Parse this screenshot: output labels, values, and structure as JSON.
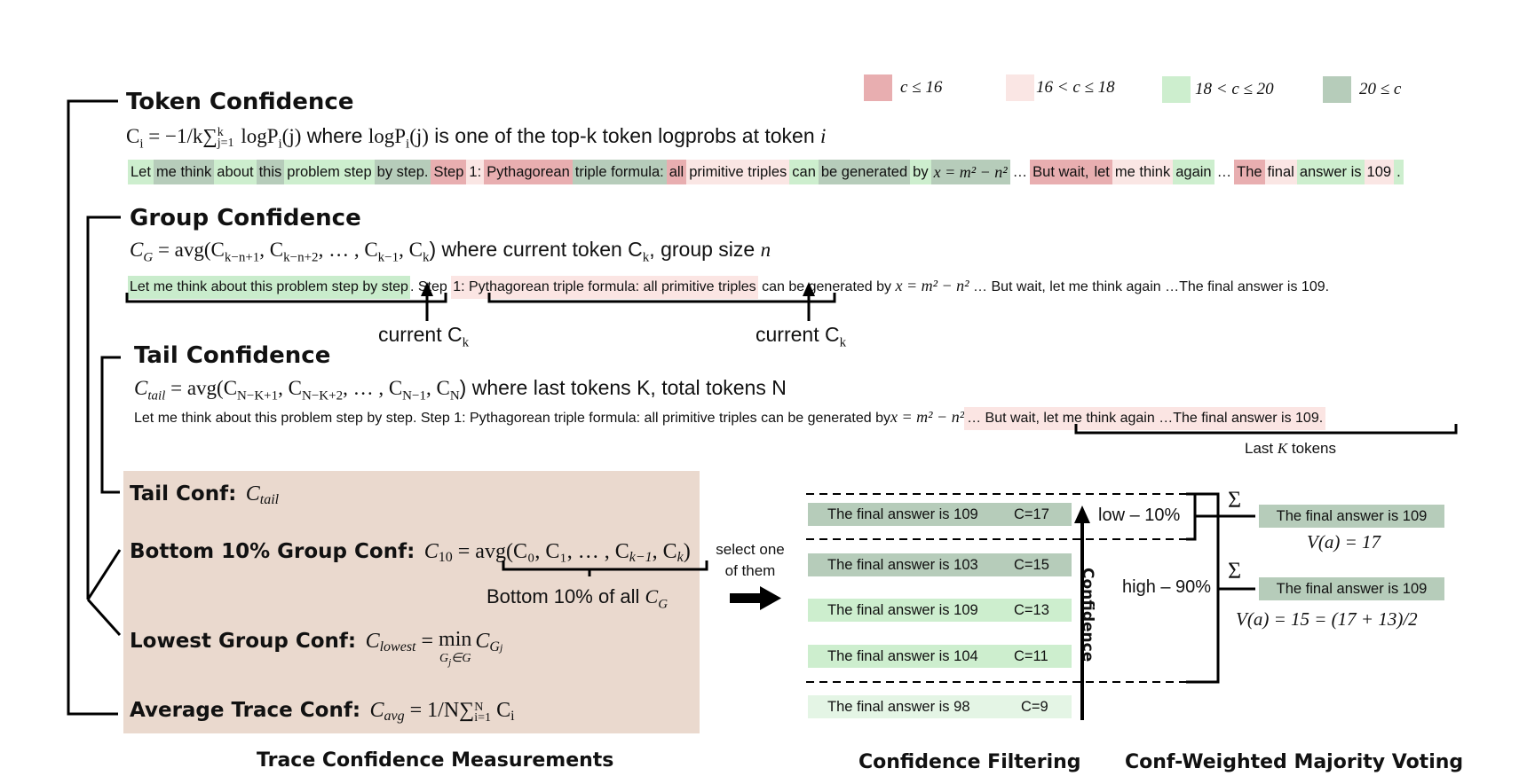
{
  "colors": {
    "low": "#e8aeb0",
    "midlow": "#fae6e4",
    "midhigh": "#cdeece",
    "high": "#b6ccba",
    "measure_bg": "#ead9ce",
    "group_low": "#fbe5e3",
    "group_high": "#c9eccc",
    "tail_hl": "#fbe5e3"
  },
  "legend": [
    {
      "label": "c ≤ 16",
      "color_key": "low"
    },
    {
      "label": "16 < c ≤ 18",
      "color_key": "midlow"
    },
    {
      "label": "18 < c ≤ 20",
      "color_key": "midhigh"
    },
    {
      "label": "20 ≤ c",
      "color_key": "high"
    }
  ],
  "token_confidence": {
    "title": "Token Confidence",
    "formula_lhs": "C",
    "formula_sub": "i",
    "formula_mid": " = −",
    "formula_frac": "1/k",
    "formula_sum": "∑",
    "formula_sum_sup": "k",
    "formula_sum_sub": "j=1",
    "formula_log": " logP",
    "formula_log_sub": "i",
    "formula_log_arg": "(j)",
    "formula_text": " where ",
    "formula_log2": "logP",
    "formula_log2_sub": "i",
    "formula_log2_arg": "(j)",
    "formula_text2": " is one of the top-k token logprobs at token ",
    "formula_var": "i",
    "tokens": [
      {
        "t": "Let",
        "c": "midhigh"
      },
      {
        "t": "me think",
        "c": "high"
      },
      {
        "t": "about",
        "c": "midhigh"
      },
      {
        "t": "this",
        "c": "high"
      },
      {
        "t": "problem step",
        "c": "midhigh"
      },
      {
        "t": "by step.",
        "c": "high"
      },
      {
        "t": "Step",
        "c": "low"
      },
      {
        "t": "1:",
        "c": "midlow"
      },
      {
        "t": "Pythagorean",
        "c": "low"
      },
      {
        "t": "triple formula:",
        "c": "high"
      },
      {
        "t": "all",
        "c": "low"
      },
      {
        "t": "primitive triples",
        "c": "midlow"
      },
      {
        "t": "can",
        "c": "midhigh"
      },
      {
        "t": "be generated",
        "c": "high"
      },
      {
        "t": "by",
        "c": "midhigh"
      },
      {
        "t": "x = m² − n²",
        "c": "high",
        "math": true
      },
      {
        "t": "…",
        "c": "none"
      },
      {
        "t": "But wait,",
        "c": "low"
      },
      {
        "t": "let",
        "c": "low"
      },
      {
        "t": "me think",
        "c": "midlow"
      },
      {
        "t": "again",
        "c": "midhigh"
      },
      {
        "t": "…",
        "c": "none"
      },
      {
        "t": "The",
        "c": "low"
      },
      {
        "t": "final",
        "c": "midlow"
      },
      {
        "t": "answer is",
        "c": "midhigh"
      },
      {
        "t": "109",
        "c": "midlow"
      },
      {
        "t": ".",
        "c": "midhigh"
      }
    ]
  },
  "group_confidence": {
    "title": "Group Confidence",
    "formula_lhs": "C",
    "formula_lhs_sub": "G",
    "formula_eq": " = avg(",
    "formula_args": "C",
    "formula_a1": "k−n+1",
    "formula_a2": "k−n+2",
    "formula_a3": "k−1",
    "formula_a4": "k",
    "formula_text": ") where current token C",
    "formula_text_sub": "k",
    "formula_text2": ", group size ",
    "formula_var": "n",
    "seg1": "Let me think about this problem step by step",
    "seg1_end": ". Step ",
    "seg2": "1: Pythagorean triple formula: all primitive triples",
    "seg3": " can be generated by ",
    "seg3_math": "x = m² − n²",
    "seg4": " … But wait, let me think again …The final answer is 109.",
    "current_label_1": "current C",
    "current_label_2": "current  C",
    "current_sub": "k"
  },
  "tail_confidence": {
    "title": "Tail Confidence",
    "formula_lhs": "C",
    "formula_lhs_sub": "tail",
    "formula_eq": " = avg(",
    "formula_a1": "N−K+1",
    "formula_a2": "N−K+2",
    "formula_a3": "N−1",
    "formula_a4": "N",
    "formula_text": ") where last tokens K, total tokens N",
    "line_plain": "Let me think about this problem step by step. Step 1: Pythagorean triple formula: all primitive triples can be generated by",
    "line_math": "x = m² − n²",
    "line_tail": "… But wait, let me think again …The final answer is 109.",
    "tail_label_pre": "Last ",
    "tail_label_var": "K",
    "tail_label_post": " tokens"
  },
  "measurements": {
    "tail_label": "Tail Conf:",
    "tail_formula_var": "C",
    "tail_formula_sub": "tail",
    "bottom_label": "Bottom 10% Group Conf:",
    "bottom_formula_lhs": "C",
    "bottom_formula_sub": "10",
    "bottom_formula_eq": " = avg(",
    "bottom_formula_args": "C₀, C₁, … , C",
    "bottom_formula_km1": "k−1",
    "bottom_formula_ck": ", C",
    "bottom_formula_k": "k",
    "bottom_formula_close": ")",
    "bottom_note": "Bottom 10% of all ",
    "bottom_note_var": "C",
    "bottom_note_sub": "G",
    "lowest_label": "Lowest Group Conf:",
    "lowest_formula_lhs": "C",
    "lowest_formula_sub": "lowest",
    "lowest_formula_eq": " = ",
    "lowest_formula_min": "min",
    "lowest_formula_min_sub": "G",
    "lowest_formula_min_sub2": "j",
    "lowest_formula_min_sub3": "∈G",
    "lowest_formula_rhs": "C",
    "lowest_formula_rhs_sub": "G",
    "lowest_formula_rhs_sub2": "j",
    "avg_label": "Average Trace Conf:",
    "avg_formula_lhs": "C",
    "avg_formula_sub": "avg",
    "avg_formula_eq": " = ",
    "avg_formula_frac": "1/N",
    "avg_formula_sum": "∑",
    "avg_formula_sum_sup": "N",
    "avg_formula_sum_sub": "i=1",
    "avg_formula_c": " C",
    "avg_formula_c_sub": "i"
  },
  "select_note_1": "select one",
  "select_note_2": "of them",
  "traces": [
    {
      "text": "The final answer is 109",
      "conf": "C=17",
      "color_key": "high"
    },
    {
      "text": "The final answer is 103",
      "conf": "C=15",
      "color_key": "high"
    },
    {
      "text": "The final answer is 109",
      "conf": "C=13",
      "color_key": "midhigh"
    },
    {
      "text": "The final answer is 104",
      "conf": "C=11",
      "color_key": "midhigh"
    },
    {
      "text": "The final answer is 98",
      "conf": "C=9",
      "color_key": "faint"
    }
  ],
  "confidence_axis": "Confidence",
  "low_label": "low – 10%",
  "high_label": "high – 90%",
  "sigma": "Σ",
  "votes": [
    {
      "text": "The final answer is 109",
      "value": "V(a) = 17",
      "color_key": "high"
    },
    {
      "text": "The final answer is 109",
      "value": "V(a) = 15 = (17 + 13)/2",
      "color_key": "high"
    }
  ],
  "footers": {
    "measurements": "Trace Confidence Measurements",
    "filtering": "Confidence Filtering",
    "voting": "Conf-Weighted Majority Voting"
  }
}
